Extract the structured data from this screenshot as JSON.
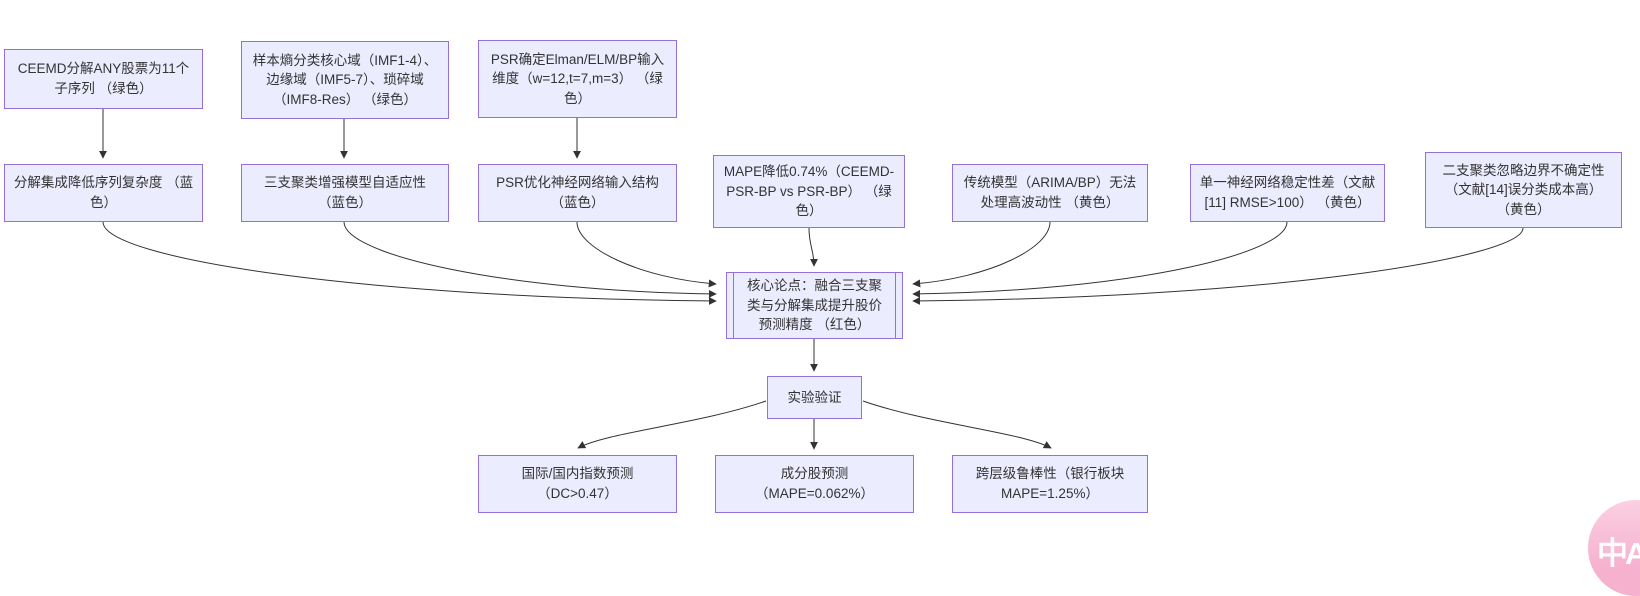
{
  "diagram": {
    "type": "flowchart",
    "colors": {
      "node_fill": "#ECECFF",
      "node_border": "#9370DB",
      "text": "#333333",
      "arrow": "#333333",
      "background": "#ffffff"
    },
    "nodes": {
      "ceemd": {
        "label": "CEEMD分解ANY股票为11个子序列 （绿色）"
      },
      "entropy": {
        "label": "样本熵分类核心域（IMF1-4）、边缘域（IMF5-7）、琐碎域（IMF8-Res） （绿色）"
      },
      "psr_dim": {
        "label": "PSR确定Elman/ELM/BP输入维度（w=12,t=7,m=3） （绿色）"
      },
      "decomp": {
        "label": "分解集成降低序列复杂度 （蓝色）"
      },
      "threeway": {
        "label": "三支聚类增强模型自适应性 （蓝色）"
      },
      "psr_opt": {
        "label": "PSR优化神经网络输入结构 （蓝色）"
      },
      "mape": {
        "label": "MAPE降低0.74%（CEEMD-PSR-BP vs PSR-BP） （绿色）"
      },
      "traditional": {
        "label": "传统模型（ARIMA/BP）无法处理高波动性 （黄色）"
      },
      "single_nn": {
        "label": "单一神经网络稳定性差（文献[11] RMSE>100） （黄色）"
      },
      "twoway": {
        "label": "二支聚类忽略边界不确定性 （文献[14]误分类成本高） （黄色）"
      },
      "core": {
        "label": "核心论点：融合三支聚类与分解集成提升股价预测精度 （红色）"
      },
      "experiment": {
        "label": "实验验证"
      },
      "index_pred": {
        "label": "国际/国内指数预测 （DC>0.47）"
      },
      "constituent_pred": {
        "label": "成分股预测 （MAPE=0.062%）"
      },
      "robustness": {
        "label": "跨层级鲁棒性（银行板块 MAPE=1.25%）"
      }
    }
  },
  "translate_button": {
    "label": "中A"
  }
}
